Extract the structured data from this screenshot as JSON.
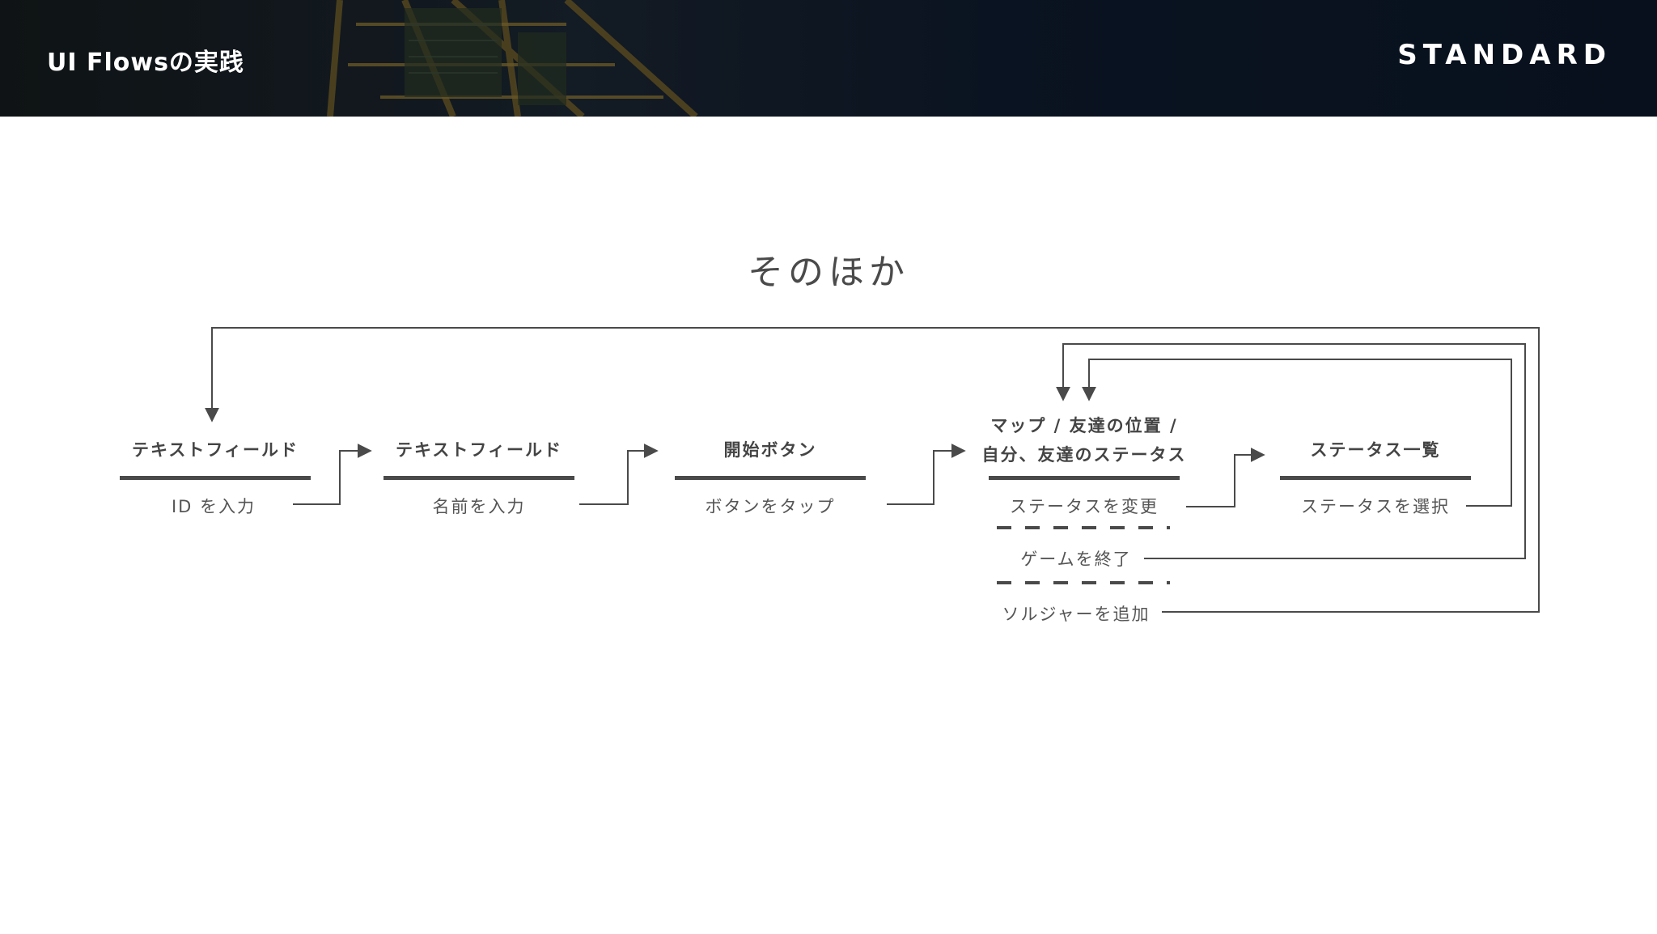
{
  "header": {
    "title": "UI Flowsの実践",
    "brand": "STANDARD"
  },
  "heading": "そのほか",
  "diagram": {
    "nodes": [
      {
        "title": "テキストフィールド",
        "actions": [
          "ID を入力"
        ]
      },
      {
        "title": "テキストフィールド",
        "actions": [
          "名前を入力"
        ]
      },
      {
        "title": "開始ボタン",
        "actions": [
          "ボタンをタップ"
        ]
      },
      {
        "title_lines": [
          "マップ / 友達の位置 /",
          "自分、友達のステータス"
        ],
        "actions": [
          "ステータスを変更",
          "ゲームを終了",
          "ソルジャーを追加"
        ]
      },
      {
        "title": "ステータス一覧",
        "actions": [
          "ステータスを選択"
        ]
      }
    ]
  },
  "colors": {
    "header_bg": "#0b1420",
    "text": "#444444",
    "line": "#4a4a4a"
  }
}
